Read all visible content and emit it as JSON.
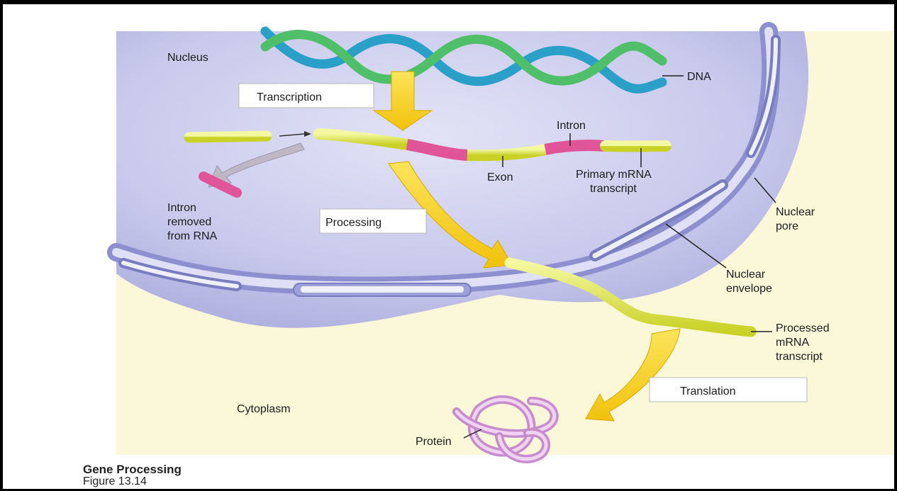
{
  "figure": {
    "labels": {
      "nucleus": "Nucleus",
      "dna": "DNA",
      "transcription": "Transcription",
      "intron": "Intron",
      "exon": "Exon",
      "primary_mrna": [
        "Primary mRNA",
        "transcript"
      ],
      "intron_removed": [
        "Intron",
        "removed",
        "from RNA"
      ],
      "processing": "Processing",
      "nuclear_pore": [
        "Nuclear",
        "pore"
      ],
      "nuclear_envelope": [
        "Nuclear",
        "envelope"
      ],
      "processed_mrna": [
        "Processed",
        "mRNA",
        "transcript"
      ],
      "translation": "Translation",
      "cytoplasm": "Cytoplasm",
      "protein": "Protein"
    },
    "colors": {
      "nucleus_fill": "#c5c6ea",
      "cytoplasm_fill": "#fbf7d9",
      "exon_yellow": "#e4ec4c",
      "intron_pink": "#e0559a",
      "arrow_yellow": "#f5d51a",
      "dna_blue": "#2a9fc8",
      "dna_green": "#4fbf6a",
      "protein_pink": "#d9a3dc"
    }
  },
  "caption": {
    "title": "Gene Processing",
    "subtitle": "Figure 13.14"
  }
}
